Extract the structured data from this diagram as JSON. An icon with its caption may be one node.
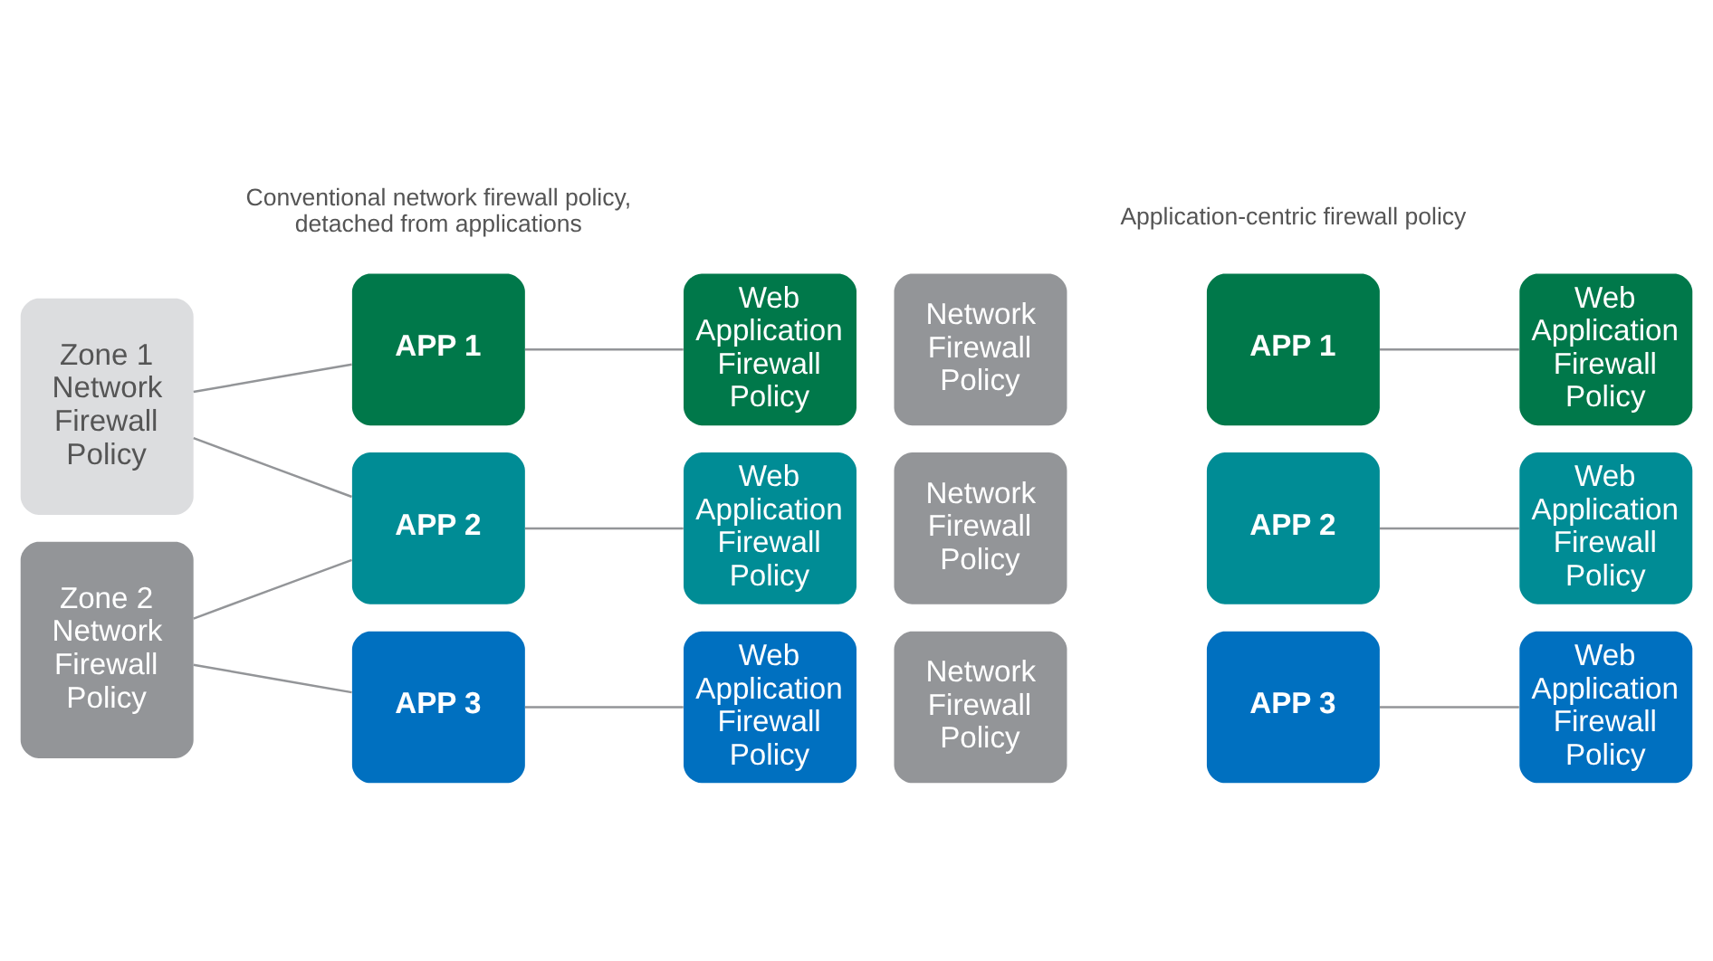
{
  "diagram": {
    "nodes": [
      {
        "text": [
          "Zone 1 Network Firewall Policy"
        ]
      },
      {
        "text": [
          "APP 1"
        ]
      },
      {
        "text": [
          "Web Application Firewall Policy"
        ]
      },
      {
        "text": [
          "APP 2"
        ]
      },
      {
        "text": [
          "Web Application Firewall Policy"
        ]
      },
      {
        "text": [
          "Zone 2 Network Firewall Policy"
        ]
      },
      {
        "text": [
          "APP 3"
        ]
      },
      {
        "text": [
          "Web Application Firewall Policy"
        ]
      },
      {
        "text": [
          "Network Firewall Policy"
        ]
      },
      {
        "text": [
          "APP 1"
        ]
      },
      {
        "text": [
          "Web Application Firewall Policy"
        ]
      },
      {
        "text": [
          "Network Firewall Policy"
        ]
      },
      {
        "text": [
          "APP 2"
        ]
      },
      {
        "text": [
          "Web Application Firewall Policy"
        ]
      },
      {
        "text": [
          "Network Firewall Policy"
        ]
      },
      {
        "text": [
          "APP 3"
        ]
      },
      {
        "text": [
          "Web Application Firewall Policy"
        ]
      }
    ],
    "edges": [
      {
        "from": 0,
        "to": 1,
        "arrow": "none"
      },
      {
        "from": 1,
        "to": 2,
        "arrow": "none"
      },
      {
        "from": 0,
        "to": 3,
        "arrow": "none"
      },
      {
        "from": 5,
        "to": 3,
        "arrow": "none"
      },
      {
        "from": 3,
        "to": 4,
        "arrow": "none"
      },
      {
        "from": 5,
        "to": 6,
        "arrow": "none"
      },
      {
        "from": 6,
        "to": 7,
        "arrow": "none"
      },
      {
        "from": 9,
        "to": 10,
        "arrow": "none"
      },
      {
        "from": 12,
        "to": 13,
        "arrow": "none"
      },
      {
        "from": 15,
        "to": 16,
        "arrow": "none"
      }
    ],
    "labels": [
      "Conventional network firewall policy, detached from applications",
      "Application-centric firewall policy"
    ]
  }
}
